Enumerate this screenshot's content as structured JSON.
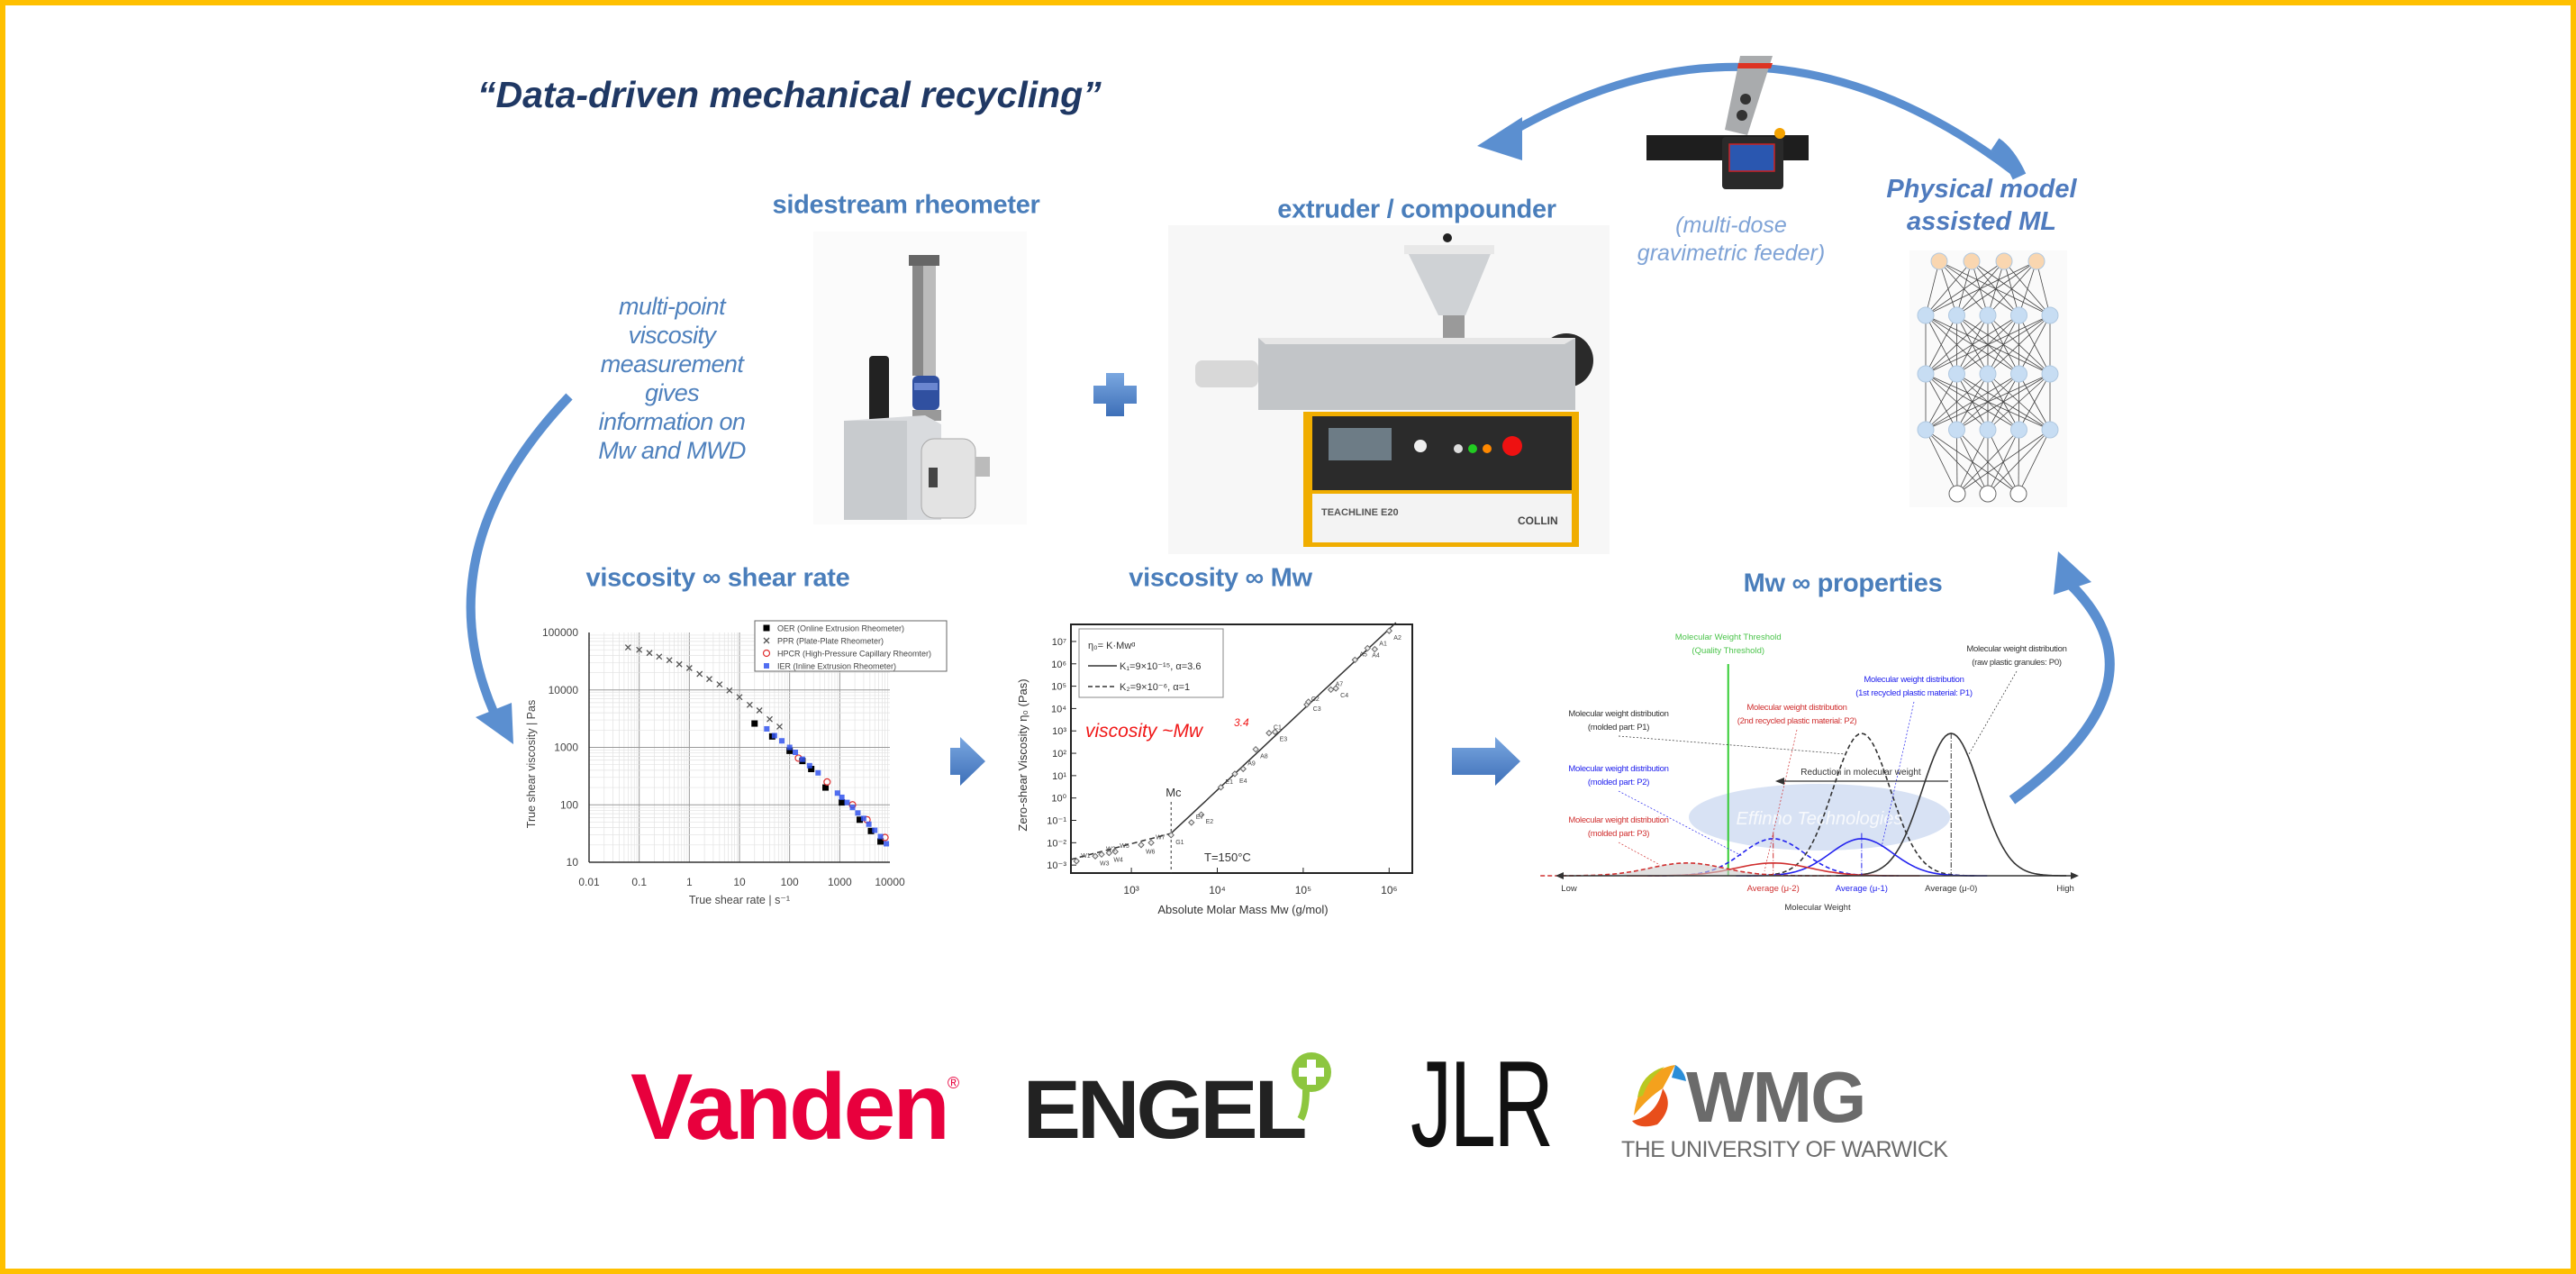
{
  "title": "“Data-driven mechanical recycling”",
  "headings": {
    "rheometer": "sidestream rheometer",
    "extruder": "extruder / compounder",
    "feeder": [
      "(multi-dose",
      "gravimetric feeder)"
    ],
    "ml": [
      "Physical model",
      "assisted ML"
    ],
    "shear": "viscosity ∞ shear rate",
    "mw": "viscosity ∞ Mw",
    "properties": "Mw ∞ properties"
  },
  "note_lines": [
    "multi-point",
    "viscosity",
    "measurement",
    "gives",
    "information on",
    "Mw and MWD"
  ],
  "extruder_labels": {
    "model": "TEACHLINE E20",
    "brand": "COLLIN"
  },
  "neural_net": {
    "layers": [
      4,
      5,
      5,
      5,
      3
    ]
  },
  "colors": {
    "accent": "#4A7EBB",
    "title": "#1F3864",
    "border": "#FFC000",
    "arrow": "#5B8FD0"
  },
  "logos": {
    "vanden": "Vanden",
    "vanden_mark": "®",
    "engel": "ENGEL",
    "jlr": "JLR",
    "wmg": "WMG",
    "wmg_sub": "THE UNIVERSITY OF WARWICK"
  },
  "chart_data": [
    {
      "type": "scatter",
      "title": "",
      "xlabel": "True shear rate | s⁻¹",
      "ylabel": "True shear viscosity | Pas",
      "xscale": "log",
      "yscale": "log",
      "xlim": [
        0.01,
        10000
      ],
      "ylim": [
        10,
        100000
      ],
      "xticks": [
        "0.01",
        "0.1",
        "1",
        "10",
        "100",
        "1000",
        "10000"
      ],
      "yticks": [
        "10",
        "100",
        "1000",
        "10000",
        "100000"
      ],
      "grid": true,
      "legend_position": "top-right",
      "series": [
        {
          "name": "OER (Online Extrusion Rheometer)",
          "marker": "square",
          "color": "#000000",
          "x": [
            20,
            45,
            100,
            180,
            270,
            520,
            1100,
            2500,
            4200,
            6500
          ],
          "y": [
            2600,
            1550,
            870,
            580,
            420,
            200,
            110,
            55,
            35,
            23
          ]
        },
        {
          "name": "PPR (Plate-Plate Rheometer)",
          "marker": "x",
          "color": "#555555",
          "x": [
            0.06,
            0.1,
            0.16,
            0.25,
            0.4,
            0.63,
            1,
            1.6,
            2.5,
            4,
            6.3,
            10,
            16,
            25,
            40,
            63
          ],
          "y": [
            55000,
            50000,
            44000,
            38000,
            33000,
            28000,
            24000,
            19000,
            15500,
            12500,
            9800,
            7500,
            5500,
            4400,
            3100,
            2300
          ]
        },
        {
          "name": "HPCR (High-Pressure Capillary Rheomter)",
          "marker": "open-circle",
          "color": "#E03030",
          "x": [
            150,
            560,
            1800,
            3500,
            8000
          ],
          "y": [
            650,
            250,
            100,
            55,
            27
          ]
        },
        {
          "name": "IER (Inline Extrusion Rheometer)",
          "marker": "dot",
          "color": "#3355EE",
          "x": [
            35,
            50,
            70,
            100,
            130,
            180,
            250,
            370,
            900,
            1100,
            1400,
            1800,
            2300,
            3000,
            3800,
            5000,
            6500,
            8500
          ],
          "y": [
            2100,
            1600,
            1300,
            1000,
            820,
            620,
            480,
            360,
            160,
            135,
            110,
            90,
            72,
            58,
            46,
            36,
            28,
            21
          ]
        }
      ]
    },
    {
      "type": "scatter",
      "title": "",
      "xlabel": "Absolute Molar Mass Mw (g/mol)",
      "ylabel": "Zero-shear Viscosity η₀ (Pas)",
      "xscale": "log",
      "yscale": "log",
      "xlim": [
        198,
        1860000
      ],
      "ylim": [
        0.00044,
        58000000
      ],
      "xticks": [
        {
          "v": 1000,
          "label": "10³"
        },
        {
          "v": 10000,
          "label": "10⁴"
        },
        {
          "v": 100000,
          "label": "10⁵"
        },
        {
          "v": 1000000,
          "label": "10⁶"
        }
      ],
      "yticks": [
        {
          "v": 0.001,
          "label": "10⁻³"
        },
        {
          "v": 0.01,
          "label": "10⁻²"
        },
        {
          "v": 0.1,
          "label": "10⁻¹"
        },
        {
          "v": 1,
          "label": "10⁰"
        },
        {
          "v": 10,
          "label": "10¹"
        },
        {
          "v": 100,
          "label": "10²"
        },
        {
          "v": 1000,
          "label": "10³"
        },
        {
          "v": 10000,
          "label": "10⁴"
        },
        {
          "v": 100000,
          "label": "10⁵"
        },
        {
          "v": 1000000,
          "label": "10⁶"
        },
        {
          "v": 10000000,
          "label": "10⁷"
        }
      ],
      "legend": [
        "η₀= K·Mwᵅ",
        "K₁=9×10⁻¹⁵, α=3.6",
        "K₂=9×10⁻⁶, α=1"
      ],
      "fits": [
        {
          "K": 9e-15,
          "alpha": 3.6,
          "style": "solid",
          "from": 2900
        },
        {
          "K": 9e-06,
          "alpha": 1,
          "style": "dashed",
          "to": 2900
        }
      ],
      "critical_mass": {
        "label": "Mc",
        "value": 2900
      },
      "annotation": "viscosity ~Mw",
      "annotation_exponent": "3.4",
      "temperature": "T=150°C",
      "points": [
        {
          "label": "W1",
          "x": 230,
          "y": 0.0015
        },
        {
          "label": "W3",
          "x": 380,
          "y": 0.0025
        },
        {
          "label": "W2",
          "x": 450,
          "y": 0.003
        },
        {
          "label": "W4",
          "x": 550,
          "y": 0.0035
        },
        {
          "label": "W5",
          "x": 650,
          "y": 0.004
        },
        {
          "label": "W6",
          "x": 1300,
          "y": 0.008
        },
        {
          "label": "W7",
          "x": 1700,
          "y": 0.01
        },
        {
          "label": "G1",
          "x": 2900,
          "y": 0.022
        },
        {
          "label": "E7",
          "x": 5000,
          "y": 0.08
        },
        {
          "label": "E2",
          "x": 6500,
          "y": 0.18
        },
        {
          "label": "E1",
          "x": 11000,
          "y": 3
        },
        {
          "label": "E4",
          "x": 16000,
          "y": 12
        },
        {
          "label": "A9",
          "x": 20000,
          "y": 20
        },
        {
          "label": "A8",
          "x": 28000,
          "y": 150
        },
        {
          "label": "C1",
          "x": 40000,
          "y": 800
        },
        {
          "label": "E3",
          "x": 47000,
          "y": 900
        },
        {
          "label": "C2",
          "x": 110000,
          "y": 15000
        },
        {
          "label": "C3",
          "x": 115000,
          "y": 20000
        },
        {
          "label": "A7",
          "x": 210000,
          "y": 70000
        },
        {
          "label": "C4",
          "x": 240000,
          "y": 80000
        },
        {
          "label": "A5",
          "x": 400000,
          "y": 1500000
        },
        {
          "label": "A4",
          "x": 560000,
          "y": 5000000
        },
        {
          "label": "A1",
          "x": 680000,
          "y": 4500000
        },
        {
          "label": "A2",
          "x": 1000000,
          "y": 30000000
        }
      ]
    },
    {
      "type": "line",
      "title": "",
      "xlabel": "Molecular Weight",
      "ylabel": "",
      "xlim": [
        0,
        100
      ],
      "ylim": [
        0,
        1
      ],
      "x_end_labels": [
        "Low",
        "High"
      ],
      "threshold": {
        "x": 33,
        "label": [
          "Molecular Weight Threshold",
          "(Quality Threshold)"
        ],
        "color": "#33CC33"
      },
      "series": [
        {
          "name": "Molecular weight distribution (raw plastic granules: P0)",
          "mean": 75.6,
          "sigma": 5.5,
          "peak": 1.0,
          "color": "#333333",
          "style": "solid",
          "label": [
            "Molecular weight distribution",
            "(raw plastic granules: P0)"
          ]
        },
        {
          "name": "Molecular weight distribution (molded part: P1)",
          "mean": 58.5,
          "sigma": 5.5,
          "peak": 1.0,
          "color": "#333333",
          "style": "dashed",
          "label": [
            "Molecular weight distribution",
            "(molded part: P1)"
          ]
        },
        {
          "name": "Molecular weight distribution (1st recycled plastic material: P1)",
          "mean": 58.5,
          "sigma": 6,
          "peak": 0.26,
          "color": "#2222EE",
          "style": "solid",
          "label": [
            "Molecular weight distribution",
            "(1st recycled plastic material: P1)"
          ]
        },
        {
          "name": "Molecular weight distribution (molded part: P2)",
          "mean": 41.6,
          "sigma": 6,
          "peak": 0.26,
          "color": "#2222EE",
          "style": "dashed",
          "label": [
            "Molecular weight distribution",
            "(molded part: P2)"
          ]
        },
        {
          "name": "Molecular weight distribution (2nd recycled plastic material: P2)",
          "mean": 41.6,
          "sigma": 7,
          "peak": 0.09,
          "color": "#D03030",
          "style": "solid",
          "label": [
            "Molecular weight distribution",
            "(2nd recycled plastic material: P2)"
          ]
        },
        {
          "name": "Molecular weight distribution (molded part: P3)",
          "mean": 25.1,
          "sigma": 7,
          "peak": 0.09,
          "color": "#D03030",
          "style": "dashed",
          "label": [
            "Molecular weight distribution",
            "(molded part: P3)"
          ]
        }
      ],
      "averages": [
        {
          "label": "Average (μ-2)",
          "x": 41.6,
          "color": "#D03030"
        },
        {
          "label": "Average (μ-1)",
          "x": 58.5,
          "color": "#2222EE"
        },
        {
          "label": "Average (μ-0)",
          "x": 75.6,
          "color": "#333333"
        }
      ],
      "reduction_label": "Reduction in molecular weight",
      "watermark": "Effinno Technologies"
    }
  ]
}
